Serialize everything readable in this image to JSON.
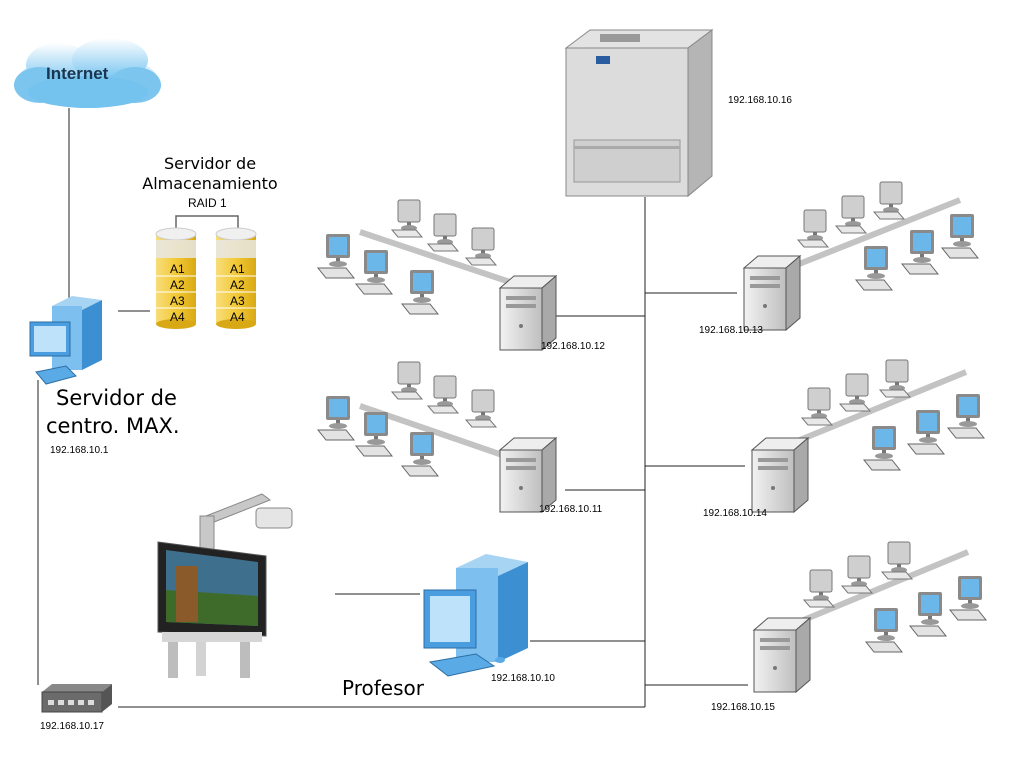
{
  "cloud": {
    "label": "Internet"
  },
  "storage": {
    "title_line1": "Servidor de",
    "title_line2": "Almacenamiento",
    "raid_label": "RAID 1",
    "disk_labels": [
      "A1",
      "A2",
      "A3",
      "A4"
    ]
  },
  "server": {
    "label_line1": "Servidor de",
    "label_line2": "centro. MAX.",
    "ip": "192.168.10.1"
  },
  "printer": {
    "ip": "192.168.10.16"
  },
  "switch": {
    "ip": "192.168.10.17"
  },
  "teacher": {
    "label": "Profesor",
    "ip": "192.168.10.10"
  },
  "labs": {
    "lab_12": {
      "ip": "192.168.10.12"
    },
    "lab_11": {
      "ip": "192.168.10.11"
    },
    "lab_13": {
      "ip": "192.168.10.13"
    },
    "lab_14": {
      "ip": "192.168.10.14"
    },
    "lab_15": {
      "ip": "192.168.10.15"
    }
  },
  "colors": {
    "cloud": "#7fc6f0",
    "screen": "#6cb7ea",
    "disk_yellow": "#f2c935",
    "line": "#222222",
    "tower": "#d9d9d9"
  }
}
